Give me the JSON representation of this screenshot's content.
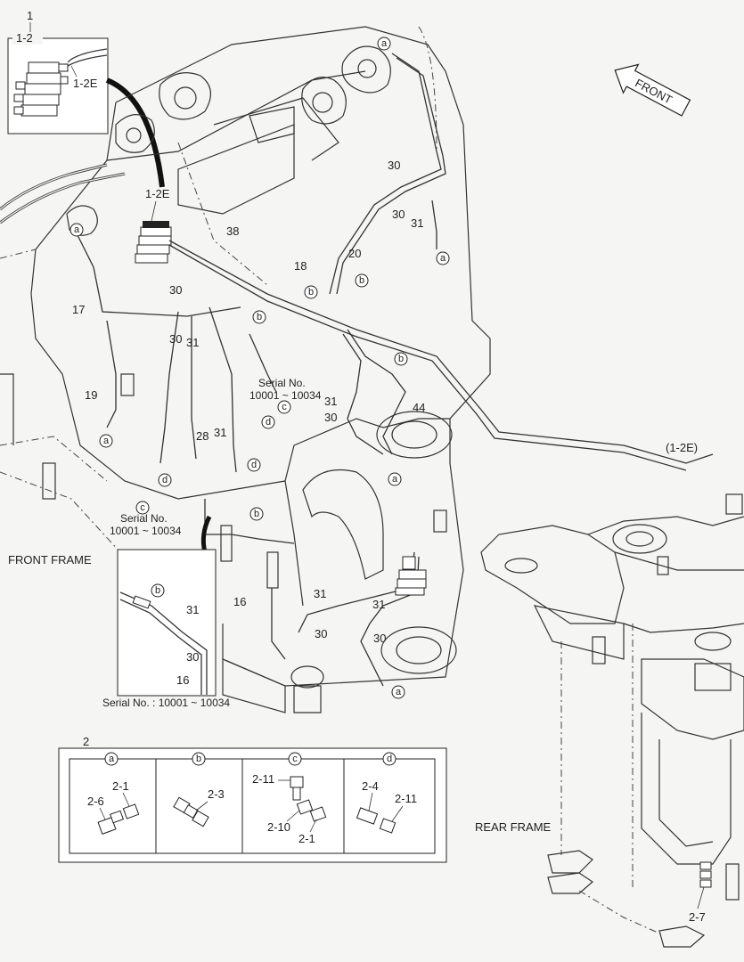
{
  "labels": {
    "main_ref": "1",
    "inset_ref": "1-2",
    "inset_1_2e": "1-2E",
    "valve_1_2e": "1-2E",
    "rear_ref_1_2e": "(1-2E)",
    "front_arrow": "FRONT",
    "front_frame": "FRONT FRAME",
    "rear_frame": "REAR FRAME",
    "serial_label": "Serial No.",
    "serial_range": "10001 ~ 10034",
    "serial_full": "Serial No. : 10001 ~ 10034",
    "detail_ref": "2"
  },
  "parts": {
    "p16": "16",
    "p17": "17",
    "p18": "18",
    "p19": "19",
    "p20": "20",
    "p28": "28",
    "p30": "30",
    "p31": "31",
    "p38": "38",
    "p44": "44",
    "p2_1": "2-1",
    "p2_3": "2-3",
    "p2_4": "2-4",
    "p2_6": "2-6",
    "p2_7": "2-7",
    "p2_10": "2-10",
    "p2_11": "2-11"
  },
  "fittings": {
    "a": "a",
    "b": "b",
    "c": "c",
    "d": "d"
  },
  "detail_columns": [
    "a",
    "b",
    "c",
    "d"
  ],
  "colors": {
    "line": "#222222",
    "background": "#f5f5f3"
  }
}
